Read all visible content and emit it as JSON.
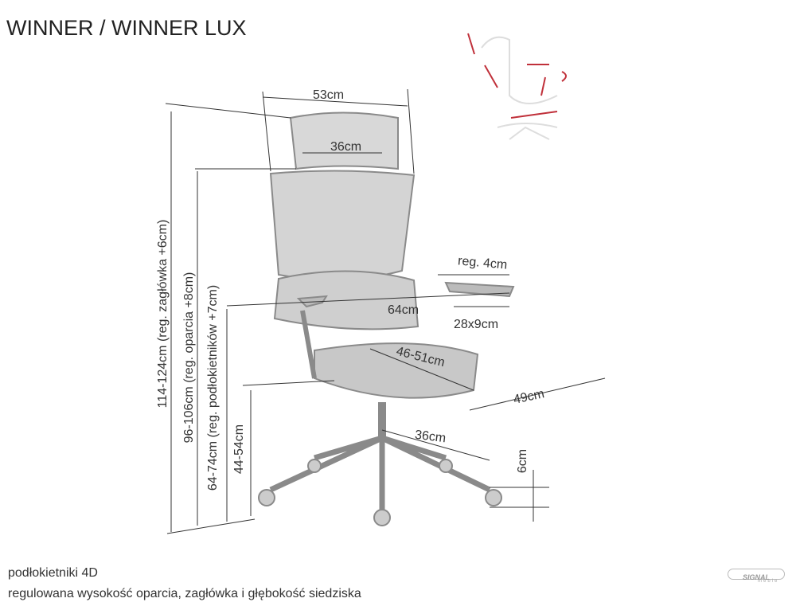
{
  "title": "WINNER / WINNER LUX",
  "dimensions": {
    "width_top": "53cm",
    "headrest_width": "36cm",
    "armrest_reg": "reg. 4cm",
    "armrest_span": "64cm",
    "armrest_pad": "28x9cm",
    "seat_depth": "46-51cm",
    "seat_width": "49cm",
    "base_radius": "36cm",
    "wheel_height": "6cm",
    "total_height": "114-124cm (reg. zagłówka +6cm)",
    "back_height": "96-106cm (reg. oparcia  +8cm)",
    "armrest_height": "64-74cm (reg. podłokietników +7cm)",
    "seat_height": "44-54cm"
  },
  "features": [
    "podłokietniki 4D",
    "regulowana wysokość oparcia, zagłówka i głębokość siedziska"
  ],
  "brand": {
    "name": "SIGNAL",
    "sub": "meble"
  },
  "colors": {
    "arrow": "#c0303a",
    "line": "#333333",
    "chair": "#8a8a8a"
  }
}
